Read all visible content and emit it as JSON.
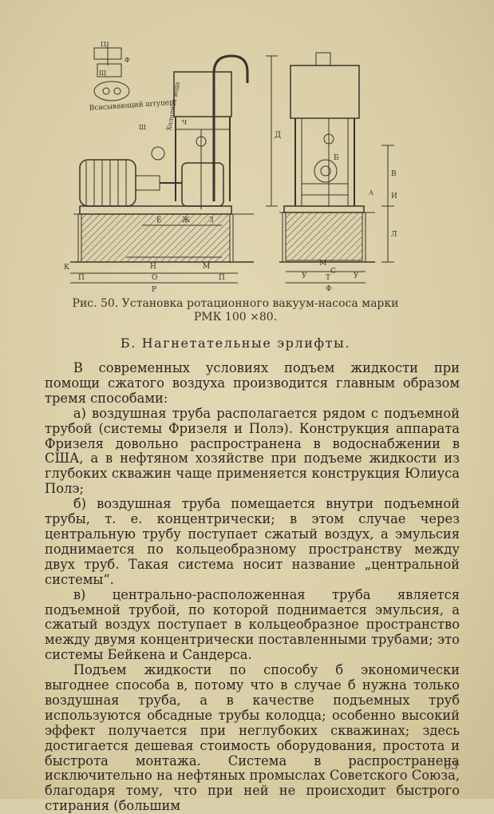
{
  "figure": {
    "labels": {
      "intake": "Всасывающий штуцер",
      "cold_water": "Холодная вода",
      "dim_D": "Д",
      "dim_E": "Е",
      "dim_Zh": "Ж",
      "dim_Z": "З",
      "dim_N": "Н",
      "dim_O": "О",
      "dim_R": "Р",
      "dim_P": "П",
      "dim_L": "Л",
      "dim_M": "М",
      "dim_I": "И",
      "dim_K": "К",
      "dim_C": "С",
      "dim_T": "Т",
      "dim_U": "У",
      "dim_F": "Ф",
      "dim_V": "В",
      "dim_B": "Б",
      "dim_Ch": "Ч",
      "dim_Shch": "Щ",
      "dim_Ts": "Ц",
      "dim_Sh": "Ш",
      "dim_A": "А"
    }
  },
  "caption": {
    "line1": "Рис. 50. Установка ротационного вакуум-насоса марки",
    "line2": "РМК 100 ×80."
  },
  "heading": "Б. Нагнетательные эрлифты.",
  "paragraphs": [
    "В современных условиях подъем жидкости при помощи сжатого воздуха производится главным образом тремя способами:",
    "а) воздушная труба располагается рядом с подъемной трубой (системы Фризеля и Полэ). Конструкция аппарата Фризеля довольно распространена в водоснабжении в США, а в нефтяном хозяйстве при подъеме жидкости из глубоких скважин чаще применяется конструкция Юлиуса Полэ;",
    "б) воздушная труба помещается внутри подъемной трубы, т. е. концентрически; в этом случае через центральную трубу поступает сжатый воздух, а эмульсия поднимается по кольцеобразному пространству между двух труб. Такая система носит название „центральной системы“.",
    "в) центрально-расположенная труба является подъемной трубой, по которой поднимается эмульсия, а сжатый воздух поступает в кольцеобразное пространство между двумя концентрически поставленными трубами; это системы Бейкена и Сандерса.",
    "Подъем жидкости по способу б экономически выгоднее способа в, потому что в случае б нужна только воздушная труба, а в качестве подъемных труб используются обсадные трубы колодца; особенно высокий эффект получается при неглубоких скважинах; здесь достигается дешевая стоимость оборудования, простота и быстрота монтажа. Система в распространена исключительно на нефтяных промыслах Советского Союза, благодаря тому, что при ней не происходит быстрого стирания (большим"
  ],
  "page_number": "63"
}
